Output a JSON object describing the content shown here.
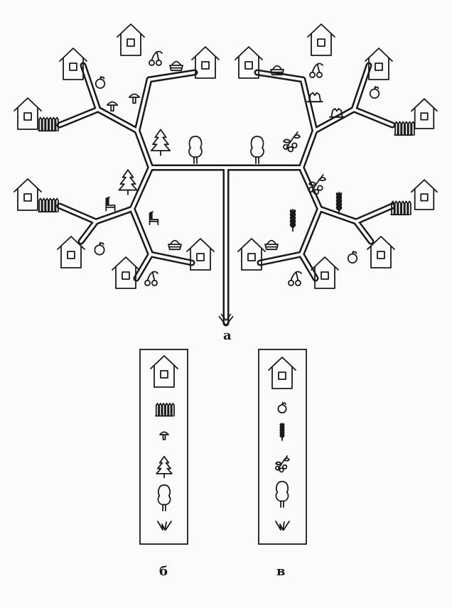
{
  "labels": {
    "a": "а",
    "b": "б",
    "c": "в"
  },
  "colors": {
    "ink": "#1a1a1a",
    "paper": "#fbfbfa"
  },
  "icons": [
    "house-icon",
    "fence-icon",
    "mushroom-icon",
    "fir-tree-icon",
    "deciduous-tree-icon",
    "grass-icon",
    "apple-icon",
    "wheat-icon",
    "berry-sprig-icon",
    "cherry-icon",
    "stump-icon",
    "chair-icon",
    "basket-icon"
  ],
  "legend_b": [
    "house-icon",
    "fence-icon",
    "mushroom-icon",
    "fir-tree-icon",
    "deciduous-tree-icon",
    "grass-icon"
  ],
  "legend_c": [
    "house-icon",
    "apple-icon",
    "wheat-icon",
    "berry-sprig-icon",
    "deciduous-tree-icon",
    "grass-icon"
  ]
}
